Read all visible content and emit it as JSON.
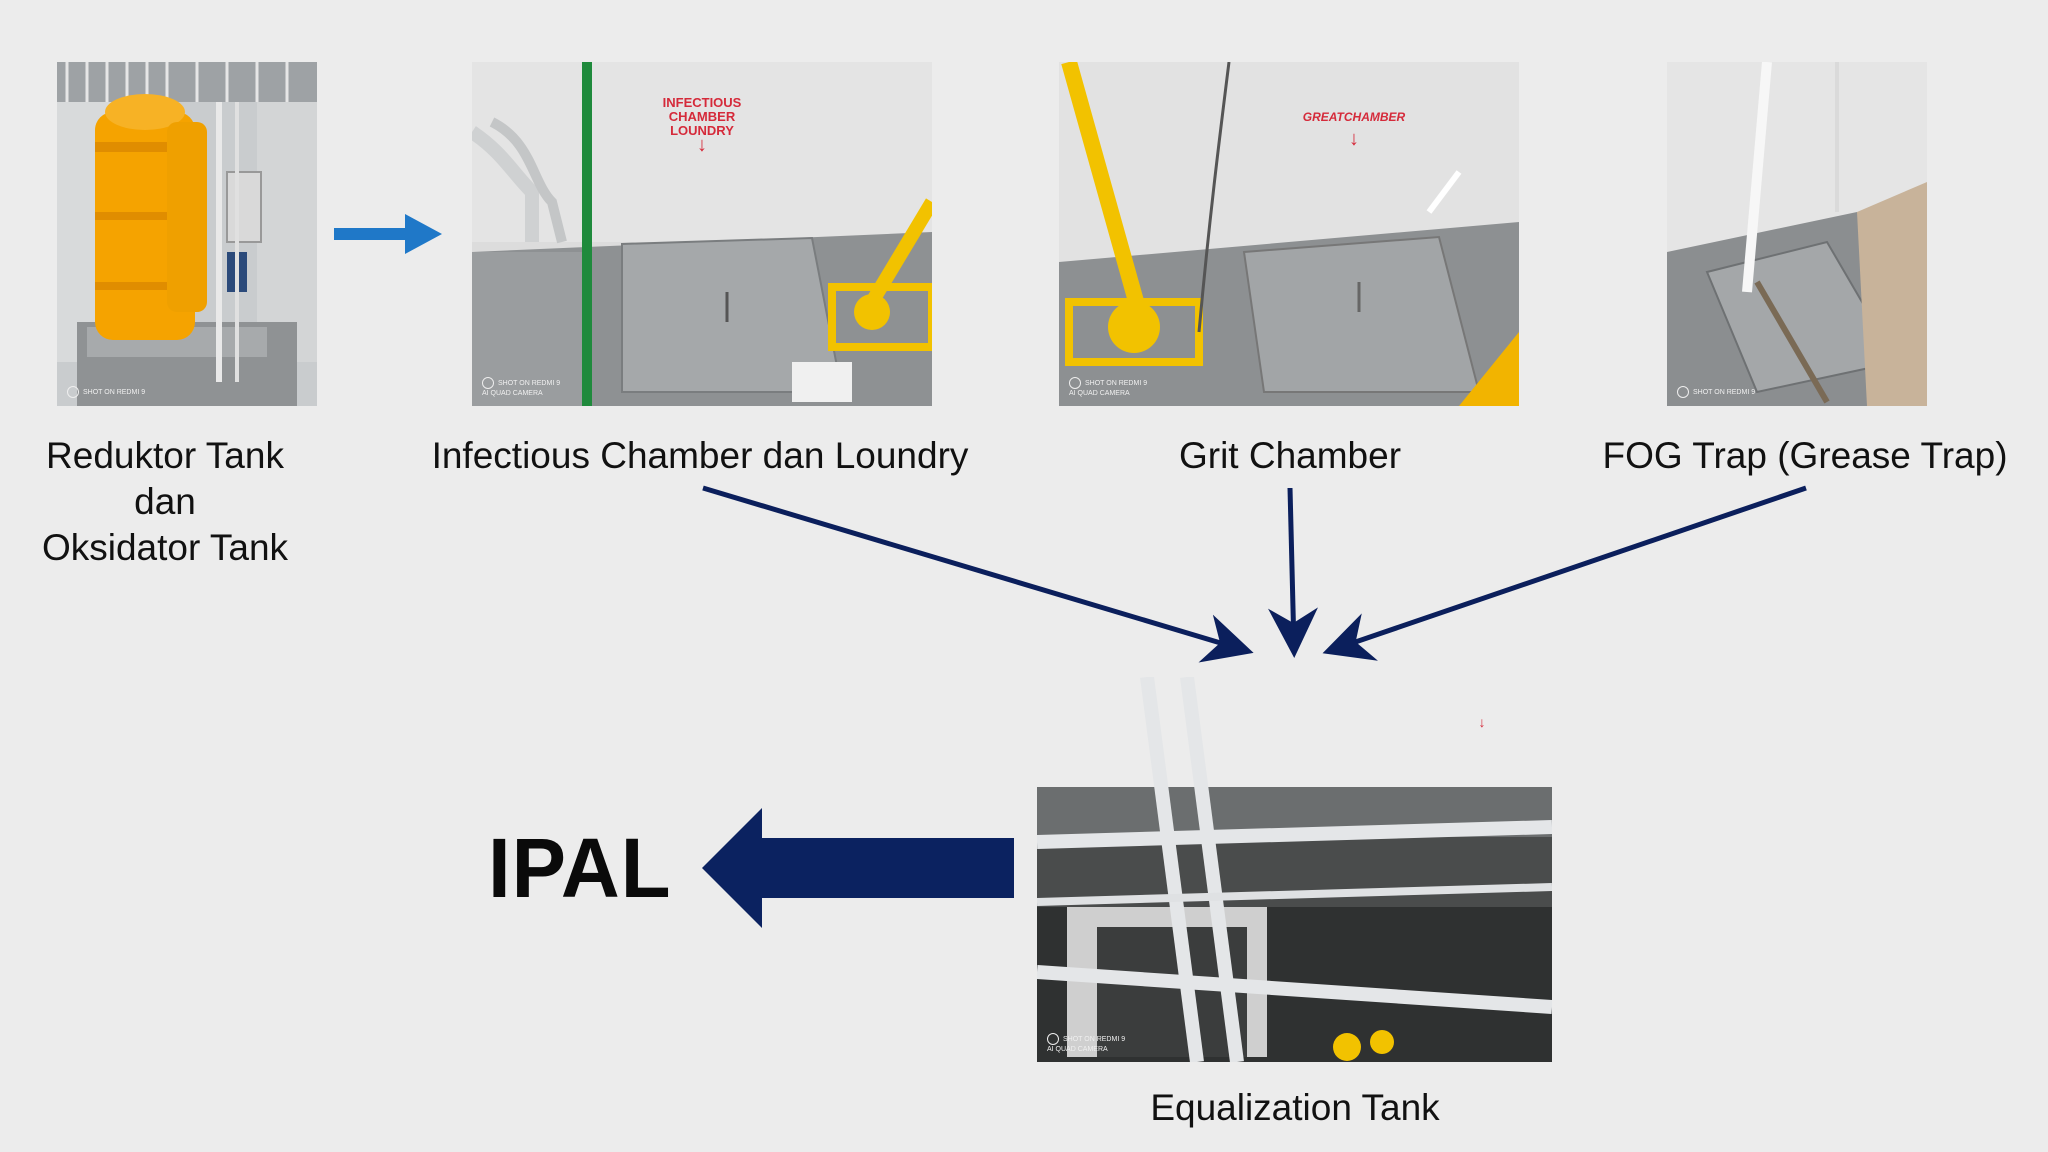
{
  "nodes": {
    "reduktor": {
      "caption_lines": [
        "Reduktor Tank",
        "dan",
        "Oksidator Tank"
      ]
    },
    "infectious": {
      "caption": "Infectious Chamber dan Loundry",
      "sign": [
        "INFECTIOUS",
        "CHAMBER",
        "LOUNDRY"
      ]
    },
    "grit": {
      "caption": "Grit Chamber",
      "sign": "GREATCHAMBER"
    },
    "fog": {
      "caption": "FOG Trap (Grease Trap)"
    },
    "equalization": {
      "caption": "Equalization Tank"
    }
  },
  "destination": {
    "label": "IPAL"
  },
  "photo_watermark": [
    "SHOT ON REDMI 9",
    "AI QUAD CAMERA"
  ],
  "colors": {
    "background": "#ececec",
    "flow_arrow": "#0b1f5c",
    "top_arrow": "#1f78c8",
    "tank_orange": "#f5a300",
    "pipe_yellow": "#f2c200",
    "sign_red": "#d52a3a"
  }
}
